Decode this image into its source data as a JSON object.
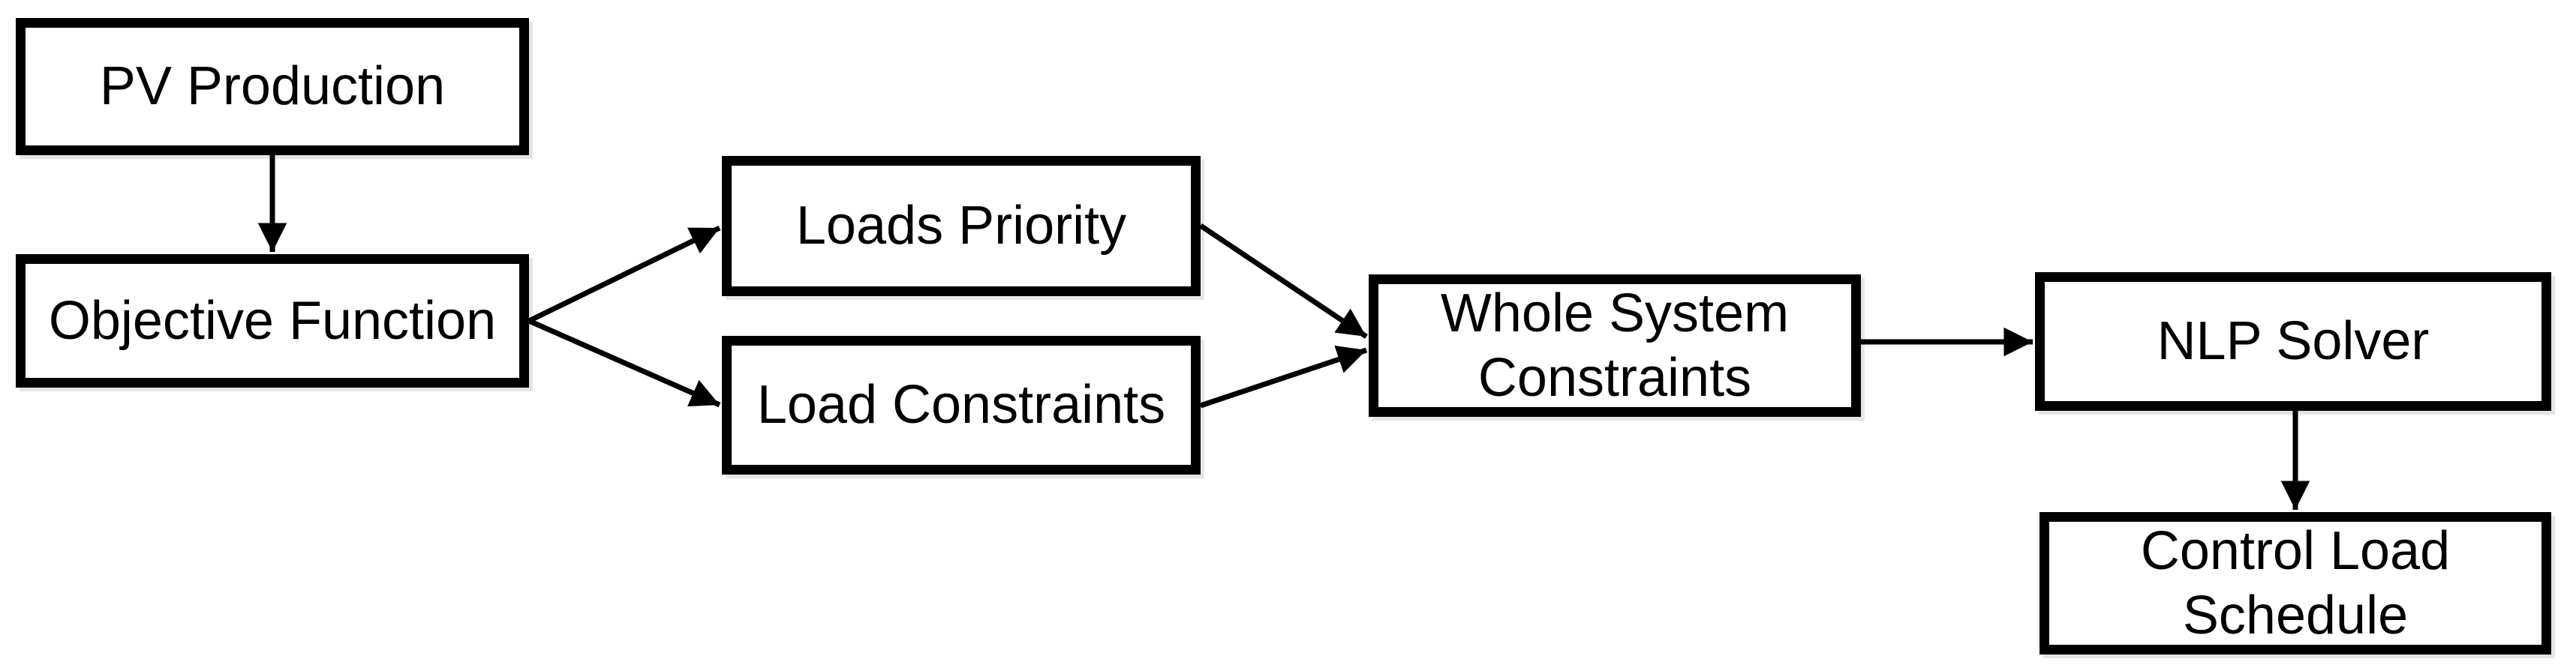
{
  "diagram": {
    "type": "flowchart",
    "background_color": "#ffffff",
    "node_fill_color": "#ffffff",
    "node_border_color": "#000000",
    "text_color": "#000000",
    "nodes": [
      {
        "id": "pv",
        "label": "PV Production"
      },
      {
        "id": "obj",
        "label": "Objective Function"
      },
      {
        "id": "lp",
        "label": "Loads Priority"
      },
      {
        "id": "lc",
        "label": "Load Constraints"
      },
      {
        "id": "wsc",
        "label": "Whole System Constraints"
      },
      {
        "id": "nlp",
        "label": "NLP Solver"
      },
      {
        "id": "cls",
        "label": "Control Load Schedule"
      }
    ],
    "edges": [
      {
        "from": "pv",
        "to": "obj",
        "description": "PV Production to Objective Function"
      },
      {
        "from": "obj",
        "to": "lp",
        "description": "Objective Function to Loads Priority"
      },
      {
        "from": "obj",
        "to": "lc",
        "description": "Objective Function to Load Constraints"
      },
      {
        "from": "lp",
        "to": "wsc",
        "description": "Loads Priority to Whole System Constraints"
      },
      {
        "from": "lc",
        "to": "wsc",
        "description": "Load Constraints to Whole System Constraints"
      },
      {
        "from": "wsc",
        "to": "nlp",
        "description": "Whole System Constraints to NLP Solver"
      },
      {
        "from": "nlp",
        "to": "cls",
        "description": "NLP Solver to Control Load Schedule"
      }
    ]
  }
}
